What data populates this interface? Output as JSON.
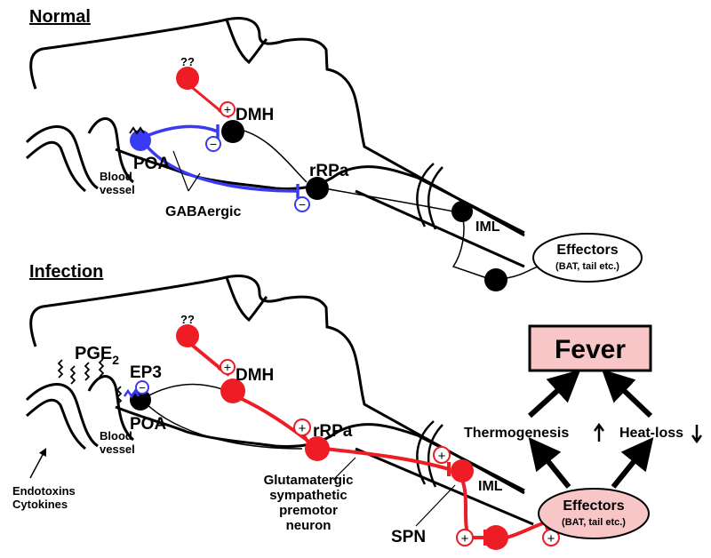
{
  "colors": {
    "excitatory": "#ee1c24",
    "inhibitory": "#3a3af2",
    "fever_fill": "#f8c6c6",
    "effector_fill": "#f8c6c6",
    "outline": "#000000"
  },
  "panels": {
    "normal": {
      "title": "Normal",
      "labels": {
        "unknown_input": "??",
        "dmh": "DMH",
        "poa": "POA",
        "rrpa": "rRPa",
        "blood_vessel_1": "Blood",
        "blood_vessel_2": "vessel",
        "gaba": "GABAergic",
        "iml": "IML",
        "effectors": "Effectors",
        "effectors_sub": "(BAT, tail etc.)"
      }
    },
    "infection": {
      "title": "Infection",
      "labels": {
        "unknown_input": "??",
        "pge_main": "PGE",
        "pge_sub": "2",
        "ep3": "EP3",
        "dmh": "DMH",
        "poa": "POA",
        "rrpa": "rRPa",
        "blood_vessel_1": "Blood",
        "blood_vessel_2": "vessel",
        "endotoxins": "Endotoxins",
        "cytokines": "Cytokines",
        "premotor_1": "Glutamatergic",
        "premotor_2": "sympathetic",
        "premotor_3": "premotor",
        "premotor_4": "neuron",
        "iml": "IML",
        "spn": "SPN",
        "effectors": "Effectors",
        "effectors_sub": "(BAT, tail etc.)",
        "fever": "Fever",
        "thermogenesis": "Thermogenesis",
        "heat_loss": "Heat-loss"
      }
    }
  },
  "signs": {
    "plus": "+",
    "minus": "−"
  }
}
